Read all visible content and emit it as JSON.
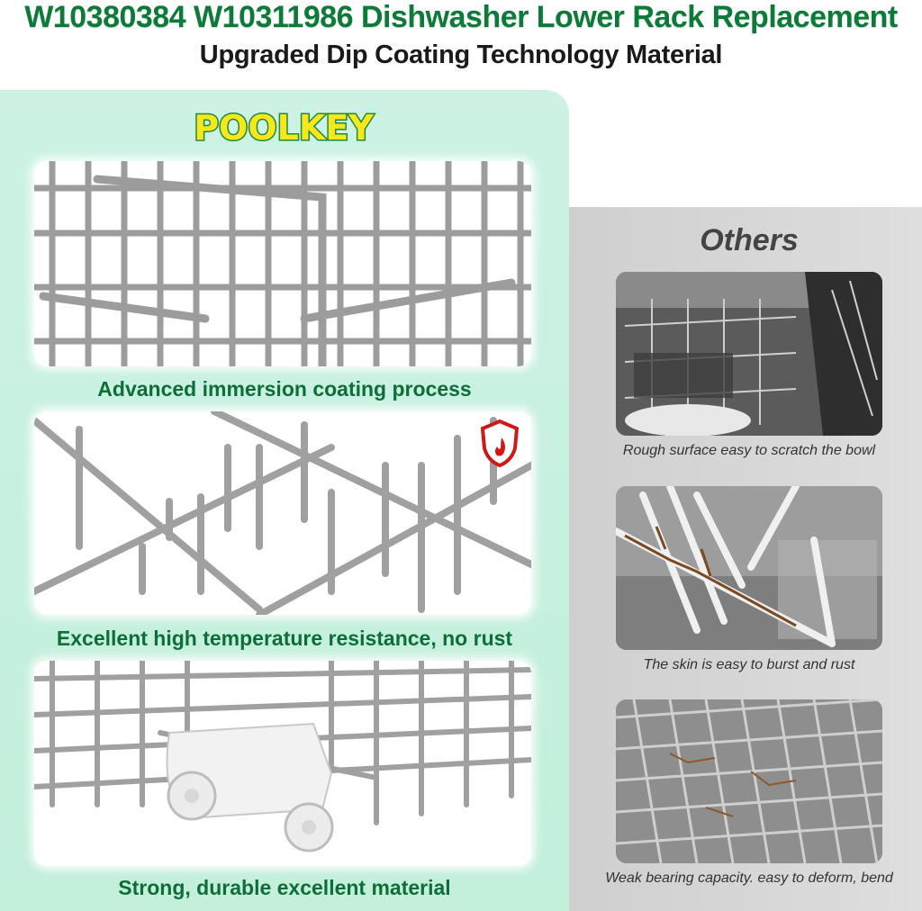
{
  "header": {
    "title": "W10380384 W10311986 Dishwasher Lower Rack Replacement",
    "subtitle": "Upgraded Dip Coating Technology Material"
  },
  "left": {
    "brand": "POOLKEY",
    "features": [
      {
        "caption": "Advanced immersion coating process",
        "image": "gray-coated-rack-wires"
      },
      {
        "caption": "Excellent high temperature resistance, no rust",
        "image": "gray-rack-tines",
        "badge_icon": "heat-shield-icon"
      },
      {
        "caption": "Strong, durable excellent material",
        "image": "rack-wheel-assembly"
      }
    ]
  },
  "right": {
    "title": "Others",
    "items": [
      {
        "caption": "Rough surface easy to scratch the bowl",
        "image": "dishwasher-interior-rack"
      },
      {
        "caption": "The skin is easy to burst and rust",
        "image": "rusted-white-tines"
      },
      {
        "caption": "Weak bearing capacity. easy to deform, bend",
        "image": "rusted-gray-rack-grid"
      }
    ]
  },
  "colors": {
    "title_green": "#0e7a3a",
    "caption_green": "#0e6e3a",
    "panel_mint": "#c8f0df",
    "panel_gray": "#d6d6d6",
    "brand_yellow": "#f7e81c",
    "brand_outline": "#1f8a3a",
    "wire_gray": "#9a9a9a"
  }
}
